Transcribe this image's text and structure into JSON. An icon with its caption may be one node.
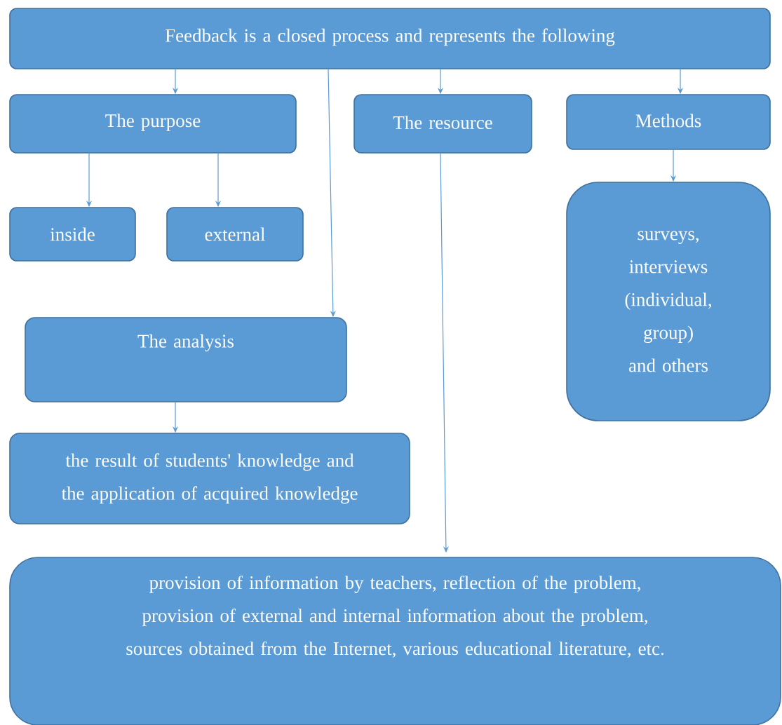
{
  "diagram": {
    "nodes": [
      {
        "text": [
          "Feedback is a closed process and represents the following"
        ]
      },
      {
        "text": [
          "The purpose"
        ]
      },
      {
        "text": [
          "The resource"
        ]
      },
      {
        "text": [
          "Methods"
        ]
      },
      {
        "text": [
          "inside"
        ]
      },
      {
        "text": [
          "external"
        ]
      },
      {
        "text": [
          "surveys, interviews (individual, group) and others"
        ]
      },
      {
        "text": [
          "The analysis"
        ]
      },
      {
        "text": [
          "the result of students' knowledge and the application of acquired knowledge"
        ]
      },
      {
        "text": [
          "provision of information by teachers, reflection of the problem, provision of external and internal information about the problem, sources obtained from the Internet, various educational literature, etc."
        ]
      }
    ],
    "edges": [
      {
        "from": 0,
        "to": 1,
        "arrow": "to"
      },
      {
        "from": 0,
        "to": 2,
        "arrow": "to"
      },
      {
        "from": 0,
        "to": 3,
        "arrow": "to"
      },
      {
        "from": 0,
        "to": 7,
        "arrow": "to"
      },
      {
        "from": 1,
        "to": 4,
        "arrow": "to"
      },
      {
        "from": 1,
        "to": 5,
        "arrow": "to"
      },
      {
        "from": 3,
        "to": 6,
        "arrow": "to"
      },
      {
        "from": 7,
        "to": 8,
        "arrow": "to"
      },
      {
        "from": 2,
        "to": 9,
        "arrow": "to"
      }
    ]
  }
}
